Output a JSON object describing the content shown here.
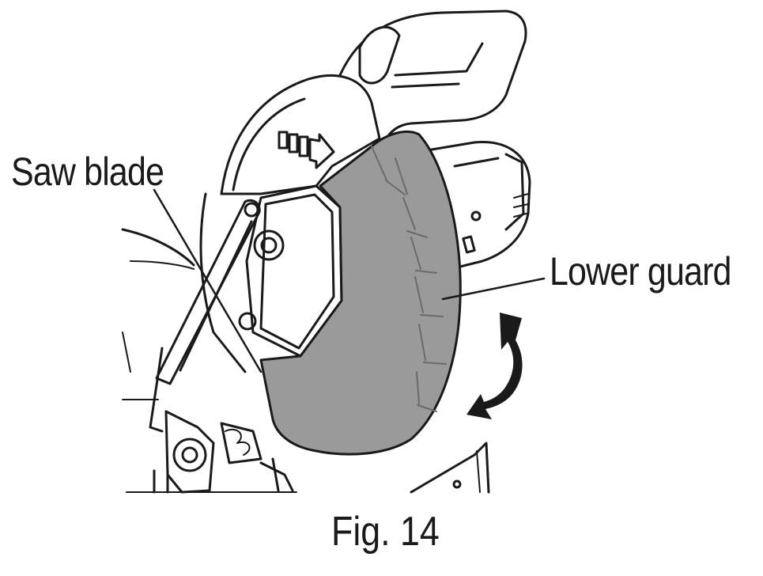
{
  "figure": {
    "caption": "Fig. 14"
  },
  "callouts": {
    "saw_blade": "Saw blade",
    "lower_guard": "Lower guard"
  },
  "colors": {
    "ink": "#1a1a1a",
    "guard_fill": "#9a9a9a",
    "background": "#ffffff"
  },
  "icons": {
    "rotation_arrow": "curved-double-arrow-icon",
    "direction_arrow": "blade-rotation-arrow-icon"
  }
}
